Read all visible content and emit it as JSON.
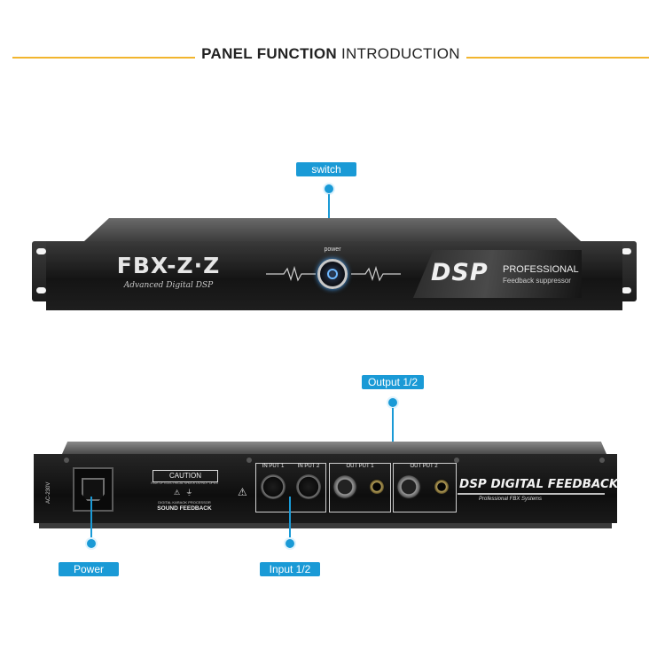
{
  "header": {
    "title_bold": "PANEL FUNCTION",
    "title_rest": " INTRODUCTION",
    "line_color": "#f2b52e"
  },
  "callouts": {
    "switch": "switch",
    "output": "Output 1/2",
    "power": "Power",
    "input": "Input 1/2",
    "color": "#1a9ad6"
  },
  "front_panel": {
    "model": "FBX-Z·Z",
    "subtitle": "Advanced Digital DSP",
    "power_label": "power",
    "dsp_logo": "DSP",
    "dsp_line1": "PROFESSIONAL",
    "dsp_line2": "Feedback suppressor"
  },
  "rear_panel": {
    "ac_label": "AC-230V",
    "caution": "CAUTION",
    "caution_note": "RISK OF ELECTRICAL SHOCK DO NOT OPEN",
    "processor_note": "DIGITAL KARAOK PROCESSOR",
    "sound_feedback": "SOUND FEEDBACK",
    "input1": "IN PUT 1",
    "input2": "IN PUT 2",
    "output1": "OUT PUT 1",
    "output2": "OUT PUT 2",
    "brand": "DSP DIGITAL FEEDBACK",
    "brand_sub": "Professional FBX Systems"
  }
}
